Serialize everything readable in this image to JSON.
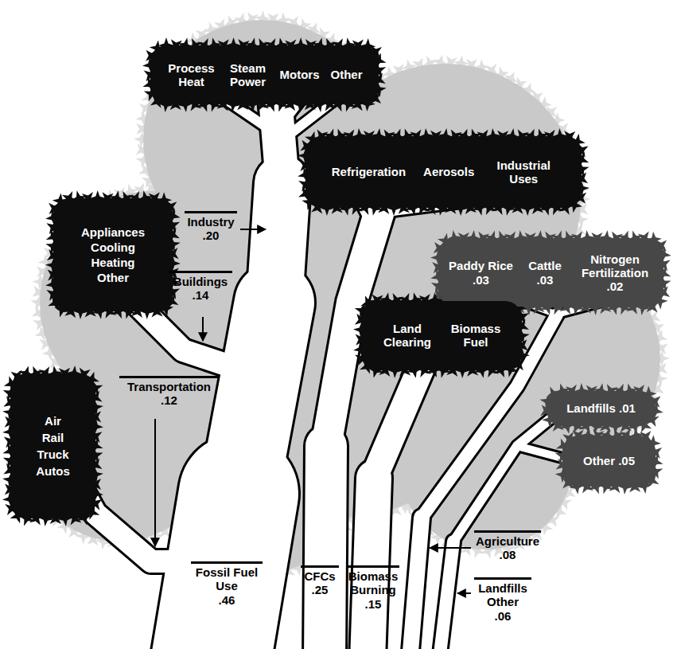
{
  "diagram": {
    "nodes": [
      {
        "text": [
          "Process Heat",
          "Steam Power",
          "Motors",
          "Other"
        ]
      },
      {
        "text": [
          "Refrigeration",
          "Aerosols",
          "Industrial Uses"
        ]
      },
      {
        "text": [
          "Appliances",
          "Cooling",
          "Heating",
          "Other"
        ]
      },
      {
        "text": [
          "Paddy Rice .03",
          "Cattle .03",
          "Nitrogen Fertilization .02"
        ]
      },
      {
        "text": [
          "Land Clearing",
          "Biomass Fuel"
        ]
      },
      {
        "text": [
          "Air",
          "Rail",
          "Truck",
          "Autos"
        ]
      },
      {
        "text": [
          "Landfills .01"
        ]
      },
      {
        "text": [
          "Other .05"
        ]
      }
    ],
    "labels": [
      "Industry",
      ".20",
      "Buildings",
      ".14",
      "Transportation",
      ".12",
      "Fossil Fuel Use",
      ".46",
      "CFCs",
      ".25",
      "Biomass Burning",
      ".15",
      "Agriculture",
      ".08",
      "Landfills Other",
      ".06"
    ]
  }
}
